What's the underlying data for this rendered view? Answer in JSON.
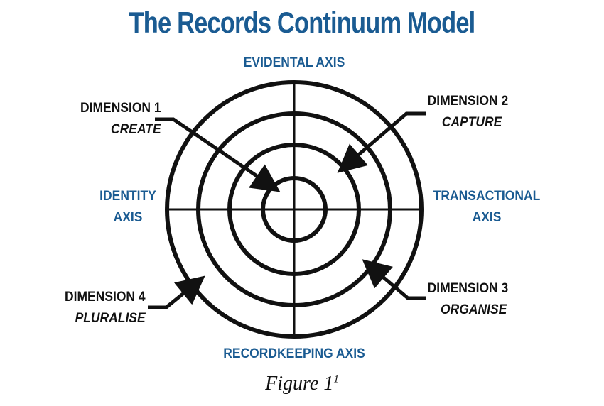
{
  "title": "The Records Continuum Model",
  "colors": {
    "axis_text": "#1a5b92",
    "title_text": "#1a5b92",
    "ink": "#111111"
  },
  "axes": {
    "top": "EVIDENTAL AXIS",
    "left_line1": "IDENTITY",
    "left_line2": "AXIS",
    "right_line1": "TRANSACTIONAL",
    "right_line2": "AXIS",
    "bottom": "RECORDKEEPING AXIS"
  },
  "dimensions": [
    {
      "label": "DIMENSION 1",
      "sub": "CREATE"
    },
    {
      "label": "DIMENSION 2",
      "sub": "CAPTURE"
    },
    {
      "label": "DIMENSION 3",
      "sub": "ORGANISE"
    },
    {
      "label": "DIMENSION 4",
      "sub": "PLURALISE"
    }
  ],
  "caption": {
    "text": "Figure 1",
    "superscript": "1"
  }
}
